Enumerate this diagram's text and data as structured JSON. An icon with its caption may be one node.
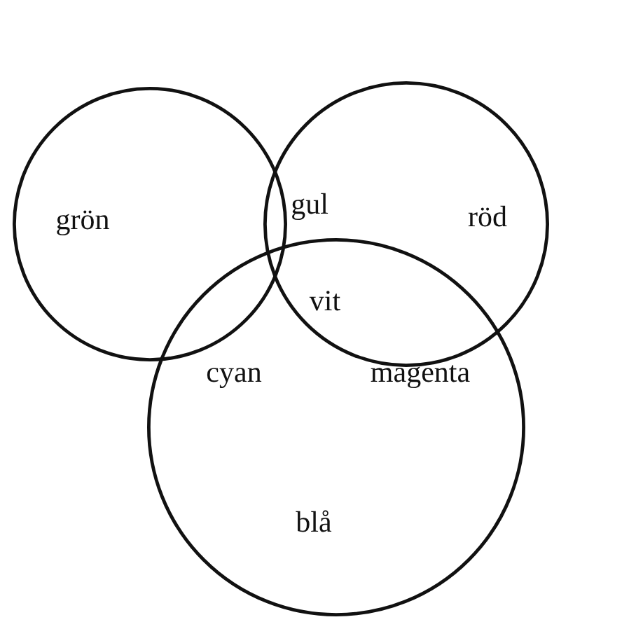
{
  "diagram": {
    "nodes": [
      {
        "text": [
          "grön"
        ]
      },
      {
        "text": [
          "röd"
        ]
      },
      {
        "text": [
          "blå"
        ]
      }
    ],
    "labels": [
      "gul",
      "vit",
      "cyan",
      "magenta"
    ]
  }
}
